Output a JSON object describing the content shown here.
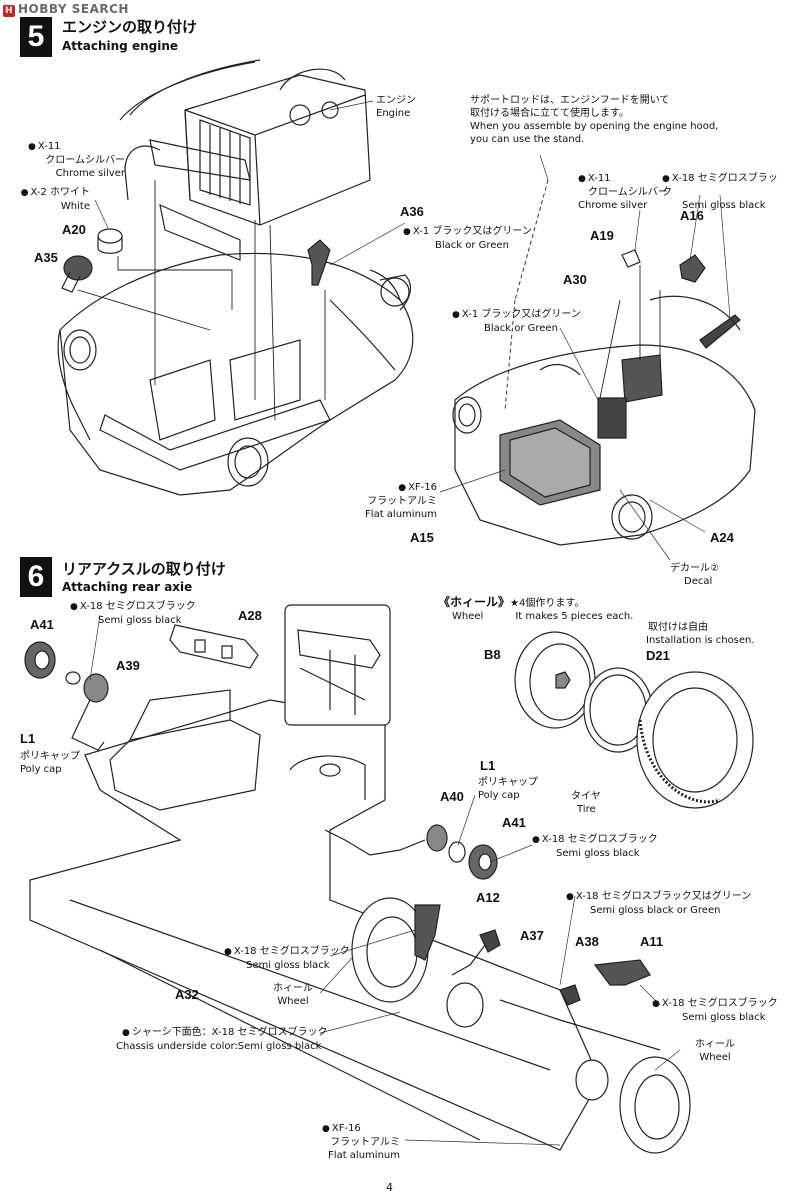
{
  "watermark": {
    "badge": "H",
    "text": "HOBBY SEARCH"
  },
  "step5": {
    "number": "5",
    "title_jp": "エンジンの取り付け",
    "title_en": "Attaching engine",
    "labels": {
      "engine_jp": "エンジン",
      "engine_en": "Engine",
      "support_jp_1": "サポートロッドは、エンジンフードを開いて",
      "support_jp_2": "取付ける場合に立てて使用します。",
      "support_en_1": "When you assemble by opening the engine hood,",
      "support_en_2": "you can use the stand.",
      "x11_code": "X-11",
      "x11_jp": "クロームシルバー",
      "x11_en": "Chrome silver",
      "x2_code": "X-2",
      "x2_jp": "ホワイト",
      "x2_en": "White",
      "x1_a_code": "X-1",
      "x1_a_jp": "ブラック又はグリーン",
      "x1_a_en": "Black or Green",
      "x11b_code": "X-11",
      "x11b_jp": "クロームシルバー",
      "x11b_en": "Chrome silver",
      "x18_code": "X-18",
      "x18_jp": "セミグロスブラック",
      "x18_en": "Semi gloss black",
      "x1_b_code": "X-1",
      "x1_b_jp": "ブラック又はグリーン",
      "x1_b_en": "Black or Green",
      "xf16_code": "XF-16",
      "xf16_jp": "フラットアルミ",
      "xf16_en": "Flat aluminum",
      "decal_jp": "デカール②",
      "decal_en": "Decal"
    },
    "parts": {
      "a20": "A20",
      "a35": "A35",
      "a36": "A36",
      "a19": "A19",
      "a16": "A16",
      "a30": "A30",
      "a15": "A15",
      "a24": "A24"
    }
  },
  "step6": {
    "number": "6",
    "title_jp": "リアアクスルの取り付け",
    "title_en": "Attaching rear axie",
    "labels": {
      "x18_a_code": "X-18",
      "x18_a_jp": "セミグロスブラック",
      "x18_a_en": "Semi gloss black",
      "poly_jp": "ポリキャップ",
      "poly_en": "Poly cap",
      "wheel_section_jp": "《ホィール》",
      "wheel_section_qty_jp": "★4個作ります。",
      "wheel_section_en": "Wheel",
      "wheel_section_qty_en": "It makes 5 pieces each.",
      "install_jp": "取付けは自由",
      "install_en": "Installation is chosen.",
      "tire_jp": "タイヤ",
      "tire_en": "Tire",
      "poly2_jp": "ポリキャップ",
      "poly2_en": "Poly cap",
      "x18_b_code": "X-18",
      "x18_b_jp": "セミグロスブラック",
      "x18_b_en": "Semi gloss black",
      "x18_c_code": "X-18",
      "x18_c_jp": "セミグロスブラック又はグリーン",
      "x18_c_en": "Semi gloss black or Green",
      "x18_d_code": "X-18",
      "x18_d_jp": "セミグロスブラック",
      "x18_d_en": "Semi gloss black",
      "wheel_left_jp": "ホィール",
      "wheel_left_en": "Wheel",
      "x18_e_code": "X-18",
      "x18_e_jp": "セミグロスブラック",
      "x18_e_en": "Semi gloss black",
      "wheel_right_jp": "ホィール",
      "wheel_right_en": "Wheel",
      "chassis_jp": "シャーシ下面色：X-18 セミグロスブラック",
      "chassis_en": "Chassis underside color:Semi gloss black",
      "xf16_code": "XF-16",
      "xf16_jp": "フラットアルミ",
      "xf16_en": "Flat aluminum"
    },
    "parts": {
      "a41": "A41",
      "a28": "A28",
      "a39": "A39",
      "l1": "L1",
      "b8": "B8",
      "d21": "D21",
      "l1b": "L1",
      "a40": "A40",
      "a41b": "A41",
      "a12": "A12",
      "a37": "A37",
      "a38": "A38",
      "a11": "A11",
      "a32": "A32"
    }
  },
  "page_number": "4"
}
